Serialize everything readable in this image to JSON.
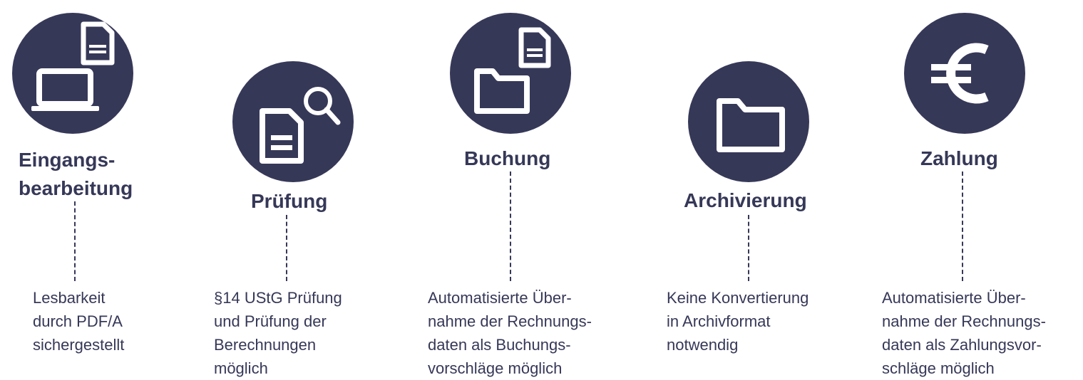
{
  "steps": [
    {
      "title_lines": [
        "Eingangs-",
        "bearbeitung"
      ],
      "description_lines": [
        "Lesbarkeit",
        "durch PDF/A",
        "sichergestellt"
      ],
      "icon": "laptop-document-icon"
    },
    {
      "title_lines": [
        "Prüfung"
      ],
      "description_lines": [
        "§14 UStG Prüfung",
        "und Prüfung der",
        "Berechnungen",
        "möglich"
      ],
      "icon": "document-search-icon"
    },
    {
      "title_lines": [
        "Buchung"
      ],
      "description_lines": [
        "Automatisierte Über-",
        "nahme der Rechnungs-",
        "daten als Buchungs-",
        "vorschläge möglich"
      ],
      "icon": "folder-document-icon"
    },
    {
      "title_lines": [
        "Archivierung"
      ],
      "description_lines": [
        "Keine Konvertierung",
        "in Archivformat",
        "notwendig"
      ],
      "icon": "folder-icon"
    },
    {
      "title_lines": [
        "Zahlung"
      ],
      "description_lines": [
        "Automatisierte Über-",
        "nahme der Rechnungs-",
        "daten als Zahlungsvor-",
        "schläge möglich"
      ],
      "icon": "euro-icon"
    }
  ],
  "colors": {
    "primary": "#363858",
    "background": "#ffffff",
    "icon": "#ffffff"
  }
}
